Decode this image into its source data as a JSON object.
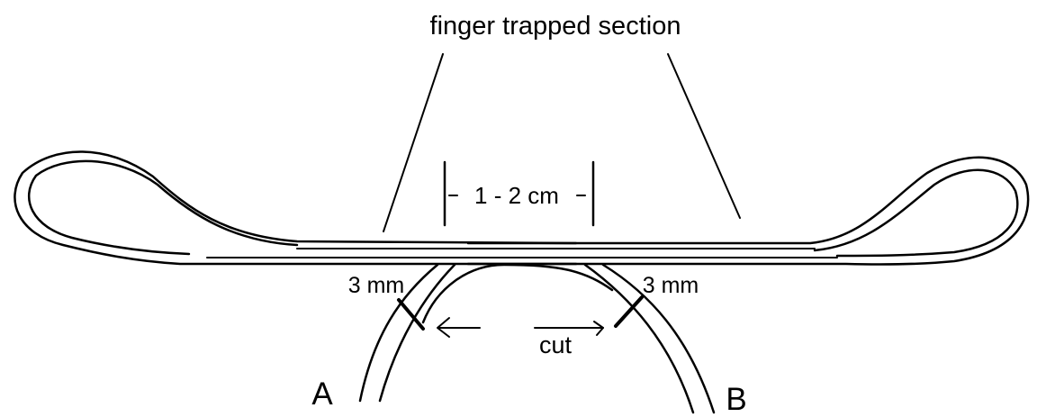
{
  "labels": {
    "title": "finger trapped section",
    "length": "1 - 2 cm",
    "left_mark": "3 mm",
    "right_mark": "3 mm",
    "cut": "cut",
    "end_a": "A",
    "end_b": "B"
  }
}
